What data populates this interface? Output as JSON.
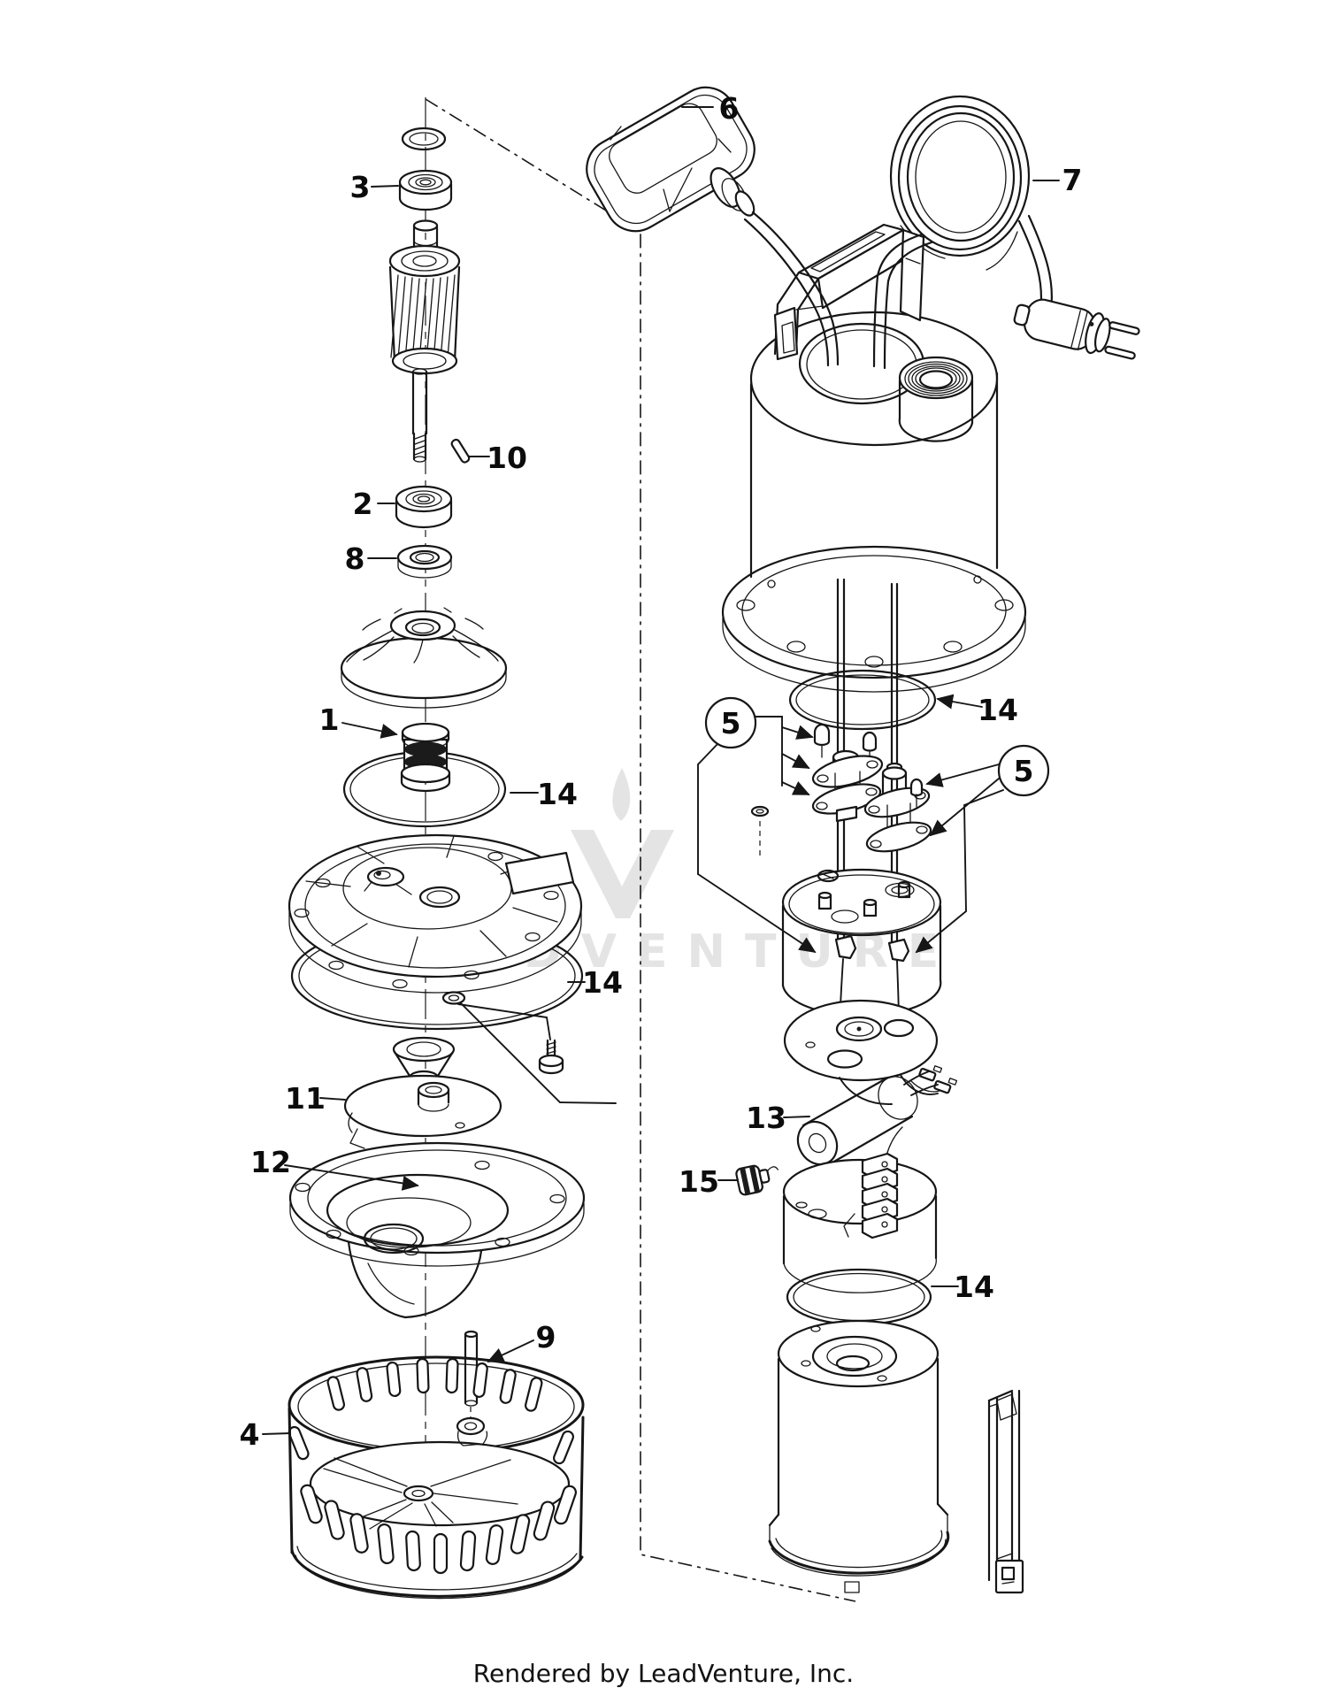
{
  "diagram": {
    "watermark_text": "LEADVENTURE",
    "footer_text": "Rendered by LeadVenture, Inc."
  },
  "callouts": {
    "c1": "1",
    "c2": "2",
    "c3": "3",
    "c4": "4",
    "c5_left": "5",
    "c5_right": "5",
    "c6": "6",
    "c7": "7",
    "c8": "8",
    "c9": "9",
    "c10": "10",
    "c11": "11",
    "c12": "12",
    "c13": "13",
    "c14_seal": "14",
    "c14_plate": "14",
    "c14_motor": "14",
    "c14_can": "14",
    "c15": "15"
  }
}
